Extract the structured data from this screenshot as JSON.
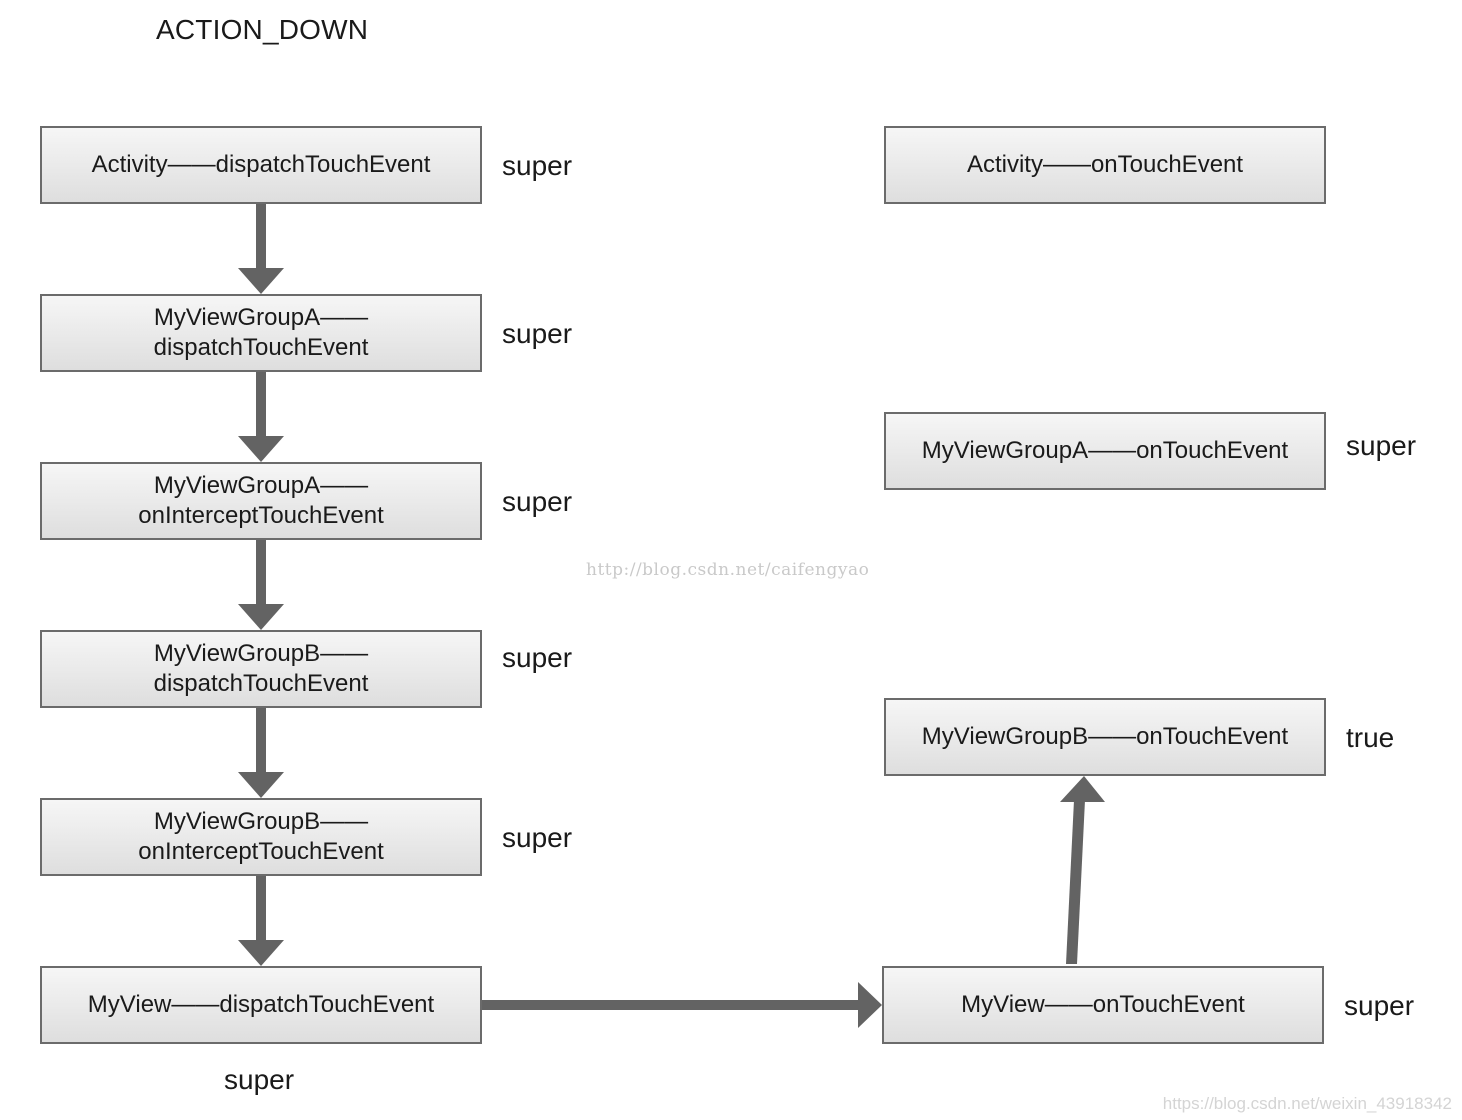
{
  "title": "ACTION_DOWN",
  "left_column": [
    {
      "line1": "Activity——dispatchTouchEvent",
      "line2": "",
      "value": "super"
    },
    {
      "line1": "MyViewGroupA——",
      "line2": "dispatchTouchEvent",
      "value": "super"
    },
    {
      "line1": "MyViewGroupA——",
      "line2": "onInterceptTouchEvent",
      "value": "super"
    },
    {
      "line1": "MyViewGroupB——",
      "line2": "dispatchTouchEvent",
      "value": "super"
    },
    {
      "line1": "MyViewGroupB——",
      "line2": "onInterceptTouchEvent",
      "value": "super"
    },
    {
      "line1": "MyView——dispatchTouchEvent",
      "line2": "",
      "value": "super"
    }
  ],
  "right_column": [
    {
      "label": "Activity——onTouchEvent",
      "value": ""
    },
    {
      "label": "MyViewGroupA——onTouchEvent",
      "value": "super"
    },
    {
      "label": "MyViewGroupB——onTouchEvent",
      "value": "true"
    },
    {
      "label": "MyView——onTouchEvent",
      "value": "super"
    }
  ],
  "watermark": "http://blog.csdn.net/caifengyao",
  "footer_watermark": "https://blog.csdn.net/weixin_43918342",
  "colors": {
    "arrow": "#636363",
    "box_border": "#6b6b6b",
    "box_fill_top": "#f6f6f6",
    "box_fill_bottom": "#dedede"
  }
}
